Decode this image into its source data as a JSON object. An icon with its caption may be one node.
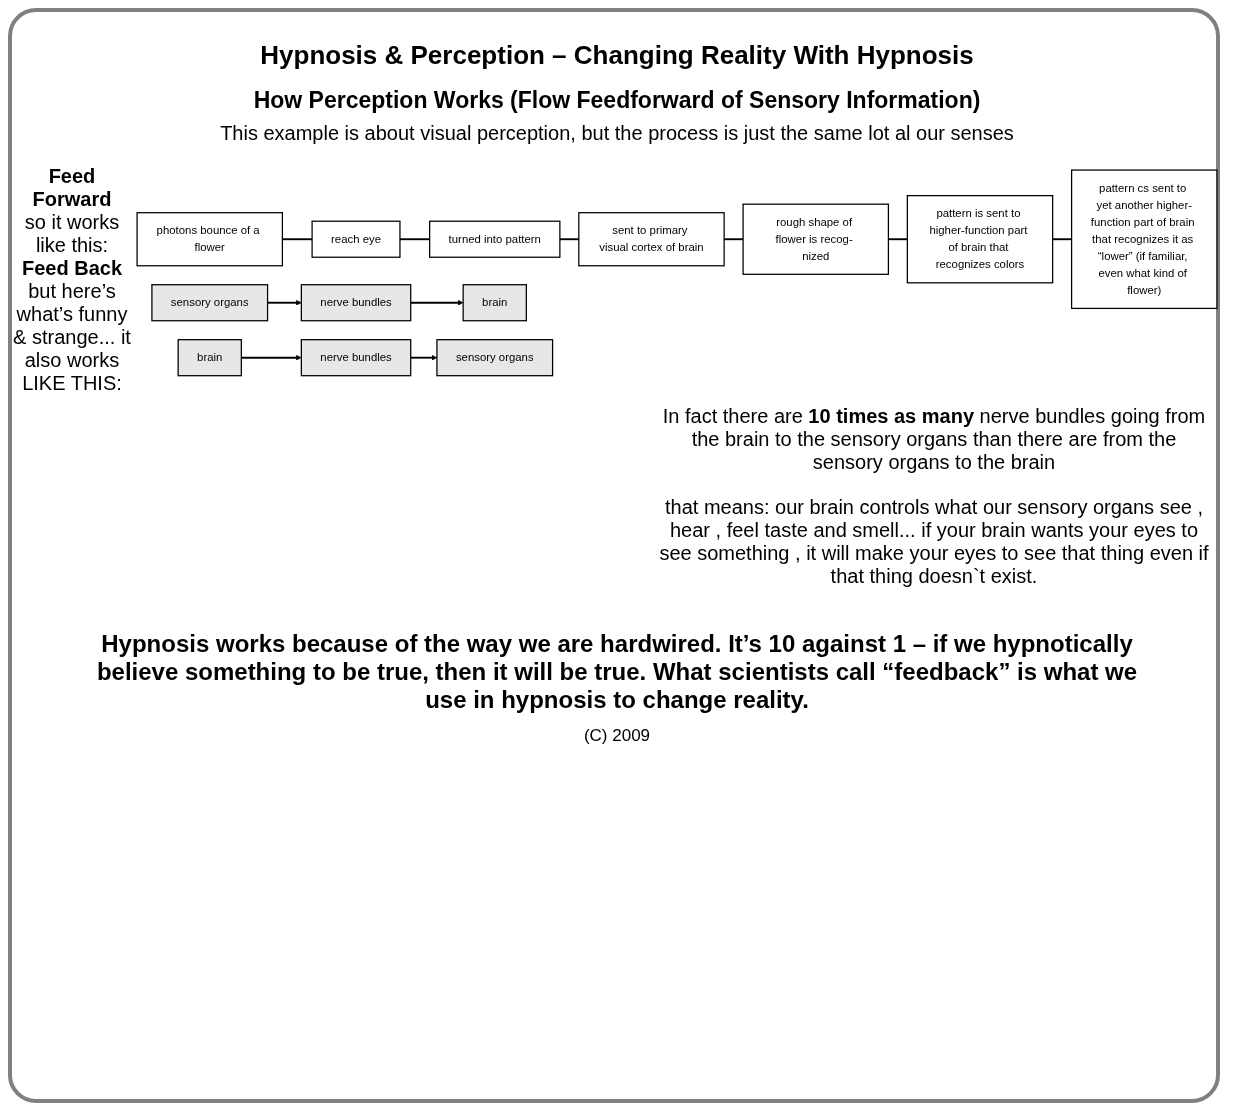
{
  "diagram": {
    "title": "Hypnosis & Perception – Changing Reality With Hypnosis",
    "nodes": [
      {
        "text": [
          "photons bounce of a flower"
        ]
      },
      {
        "text": [
          "reach eye"
        ]
      },
      {
        "text": [
          "turned into pattern"
        ]
      },
      {
        "text": [
          "sent to primary visual cortex of brain"
        ]
      },
      {
        "text": [
          "rough shape of flower is recog- nized"
        ]
      },
      {
        "text": [
          "pattern is sent to higher-function part of brain that recognizes colors"
        ]
      },
      {
        "text": [
          "pattern cs sent to yet another higher-function part of brain that recognizes it as “lower” (if familiar, even what kind of flower)"
        ]
      },
      {
        "text": [
          "sensory organs"
        ]
      },
      {
        "text": [
          "nerve bundles"
        ]
      },
      {
        "text": [
          "brain"
        ]
      },
      {
        "text": [
          "brain"
        ]
      },
      {
        "text": [
          "nerve bundles"
        ]
      },
      {
        "text": [
          "sensory organs"
        ]
      }
    ],
    "edges": [
      {
        "from": 0,
        "to": 1,
        "arrow": "none"
      },
      {
        "from": 1,
        "to": 2,
        "arrow": "none"
      },
      {
        "from": 2,
        "to": 3,
        "arrow": "none"
      },
      {
        "from": 3,
        "to": 4,
        "arrow": "none"
      },
      {
        "from": 4,
        "to": 5,
        "arrow": "none"
      },
      {
        "from": 5,
        "to": 6,
        "arrow": "none"
      },
      {
        "from": 7,
        "to": 8,
        "arrow": "to"
      },
      {
        "from": 8,
        "to": 9,
        "arrow": "to"
      },
      {
        "from": 10,
        "to": 11,
        "arrow": "to"
      },
      {
        "from": 11,
        "to": 12,
        "arrow": "to"
      }
    ],
    "labels": [
      "How Perception Works (Flow Feedforward of Sensory Information)",
      "This example is about visual perception, but the process is just the same lot al our senses",
      "Feed Forward",
      "so it works like this:",
      "Feed Back",
      "but here’s what’s funny & strange... it also works LIKE THIS:",
      "In fact there are **10 times as many** nerve bundles going from the brain to the sensory organs than there are from the sensory organs to the brain",
      "that means: our brain controls what our sensory organs see , hear , feel taste and smell... if your brain wants your eyes to see something , it will make your eyes to see that thing even if that thing doesn`t exist.",
      "(C) 2009"
    ],
    "caption": "Hypnosis works because of the way we are hardwired. It’s 10 against 1 – if we hypnotically believe something to be true, then it will be true. What scientists call “feedback” is what we use in hypnosis to change reality."
  }
}
